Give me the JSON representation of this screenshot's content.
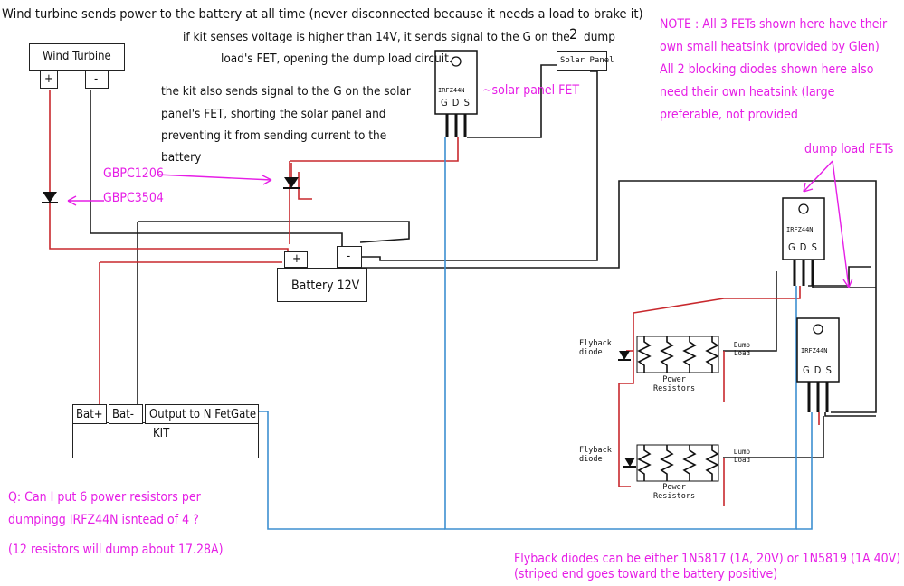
{
  "colors": {
    "wire_black": "#1a1a1a",
    "wire_red": "#c8282d",
    "wire_blue": "#3d8fd1",
    "annotation": "#e61ee6"
  },
  "notes": {
    "top": "Wind turbine sends power to the battery at all time (never disconnected because it needs a load to brake it)",
    "dump_signal_1": "if kit senses voltage is higher than 14V, it sends signal to the G on the",
    "dump_signal_num": "2",
    "dump_signal_tail": "dump",
    "dump_signal_2": "load's FET, opening the dump load circuit.",
    "solar_signal_1": "the kit also sends signal to the G on the solar",
    "solar_signal_2": "panel's FET, shorting the solar panel and",
    "solar_signal_3": "preventing it from sending current to the",
    "solar_signal_4": "battery",
    "heatsink_1": "NOTE : All 3 FETs shown here have their",
    "heatsink_2": "own small heatsink (provided by Glen)",
    "heatsink_3": "All 2 blocking diodes shown here also",
    "heatsink_4": "need their own heatsink (large",
    "heatsink_5": "preferable, not provided",
    "solar_fet": "~solar panel FET",
    "dump_fets": "dump load FETs",
    "diode_1": "GBPC1206",
    "diode_2": "GBPC3504",
    "question_1": "Q:  Can I put 6 power resistors per",
    "question_2": "dumpingg IRFZ44N isntead of 4 ?",
    "question_3": "(12 resistors will dump about 17.28A)",
    "flyback_1": "Flyback diodes can be either 1N5817 (1A, 20V) or 1N5819 (1A 40V)",
    "flyback_2": "(striped end goes toward the battery positive)"
  },
  "components": {
    "wind_turbine": {
      "label": "Wind Turbine",
      "plus": "+",
      "minus": "-"
    },
    "solar_panel": {
      "label": "Solar Panel"
    },
    "battery": {
      "label": "Battery 12V",
      "plus": "+",
      "minus": "-"
    },
    "fet_part": "IRFZ44N",
    "fet_pins": "G D S",
    "kit": {
      "label": "KIT",
      "bat_plus": "Bat+",
      "bat_minus": "Bat-",
      "output": "Output to N FetGate"
    },
    "dump_load_1": {
      "flyback": "Flyback\ndiode",
      "dump": "Dump\nLoad",
      "resistors": "Power\nResistors"
    },
    "dump_load_2": {
      "flyback": "Flyback\ndiode",
      "dump": "Dump\nLoad",
      "resistors": "Power\nResistors"
    }
  }
}
